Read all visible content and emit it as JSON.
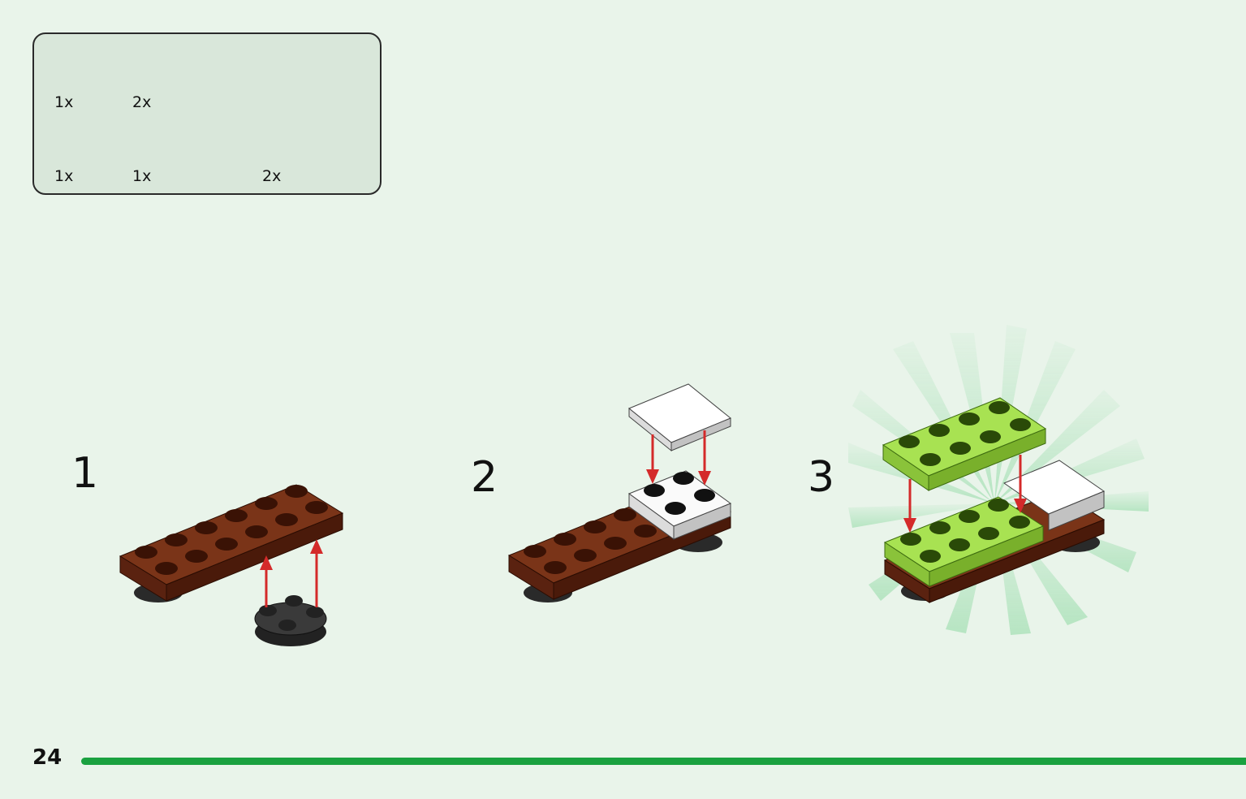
{
  "parts": {
    "white_tile_qty": "1x",
    "black_round_plate_qty": "2x",
    "white_plate_2x2_qty": "1x",
    "brown_plate_2x6_qty": "1x",
    "lime_plate_2x4_qty": "2x"
  },
  "steps": {
    "step1": "1",
    "step2": "2",
    "step3": "3"
  },
  "footer": {
    "page_number": "24"
  },
  "colors": {
    "background": "#e9f4ea",
    "brown": "#6e2a12",
    "lime": "#a4e04f",
    "arrow": "#d42a2a",
    "progress": "#1aa140"
  }
}
